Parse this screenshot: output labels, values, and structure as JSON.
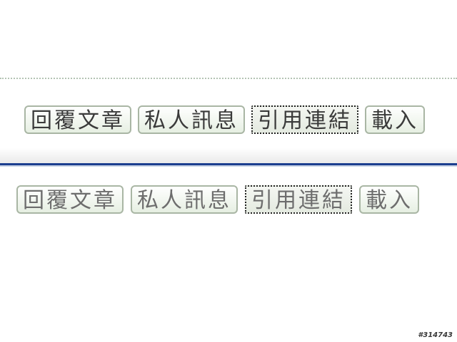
{
  "toolbar_top": {
    "reply_label": "回覆文章",
    "pm_label": "私人訊息",
    "trackback_label": "引用連結",
    "load_label": "載入"
  },
  "toolbar_bottom": {
    "reply_label": "回覆文章",
    "pm_label": "私人訊息",
    "trackback_label": "引用連結",
    "load_label": "載入"
  },
  "watermark": "#314743",
  "colors": {
    "button_border": "#a9b6a4",
    "blue_rule": "#1c3f8f",
    "dotted_rule": "#b4c4b4"
  }
}
